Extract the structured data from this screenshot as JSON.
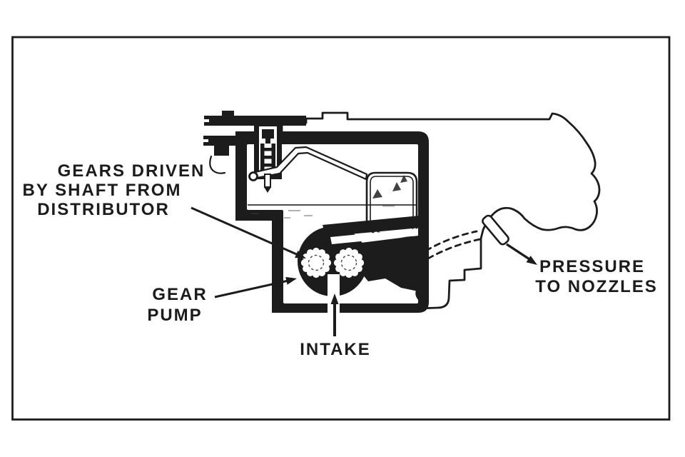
{
  "figure": {
    "labels": {
      "gears_driven": {
        "line1": "GEARS DRIVEN",
        "line2": "BY SHAFT FROM",
        "line3": "DISTRIBUTOR"
      },
      "gear_pump": {
        "line1": "GEAR",
        "line2": "PUMP"
      },
      "intake": {
        "line1": "INTAKE"
      },
      "pressure_to_nozzles": {
        "line1": "PRESSURE",
        "line2": "TO NOZZLES"
      }
    },
    "colors": {
      "ink": "#1c1c1c",
      "paper": "#ffffff"
    }
  }
}
